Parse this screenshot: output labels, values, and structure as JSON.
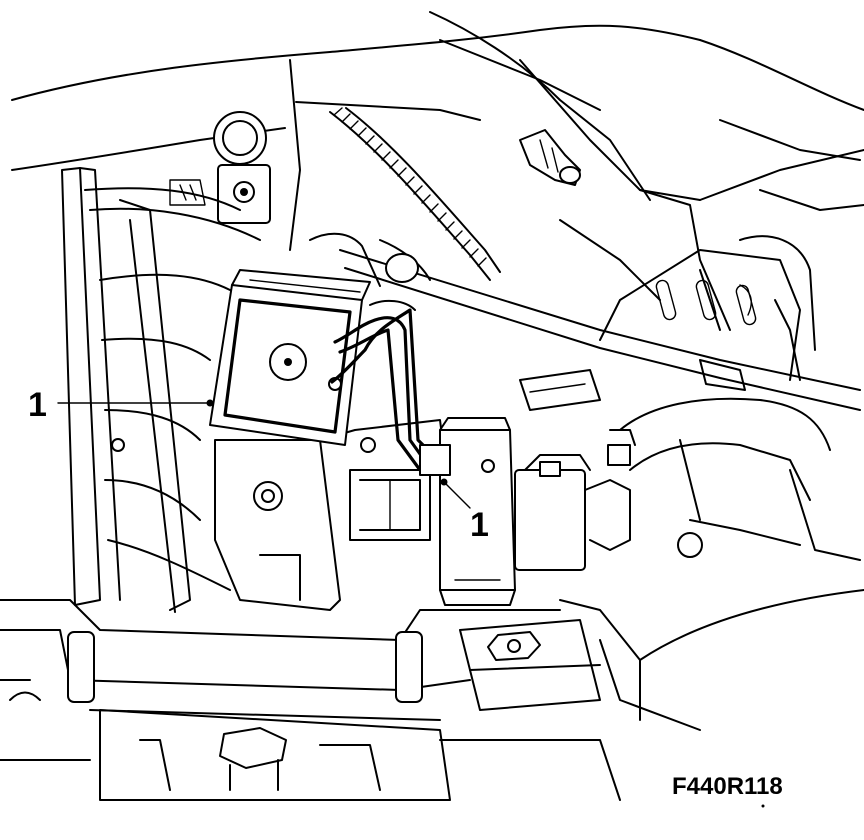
{
  "callouts": [
    {
      "label": "1",
      "target": "module-left"
    },
    {
      "label": "1",
      "target": "module-right"
    }
  ],
  "figure_id": "F440R118",
  "colors": {
    "ink": "#000000",
    "paper": "#ffffff"
  }
}
